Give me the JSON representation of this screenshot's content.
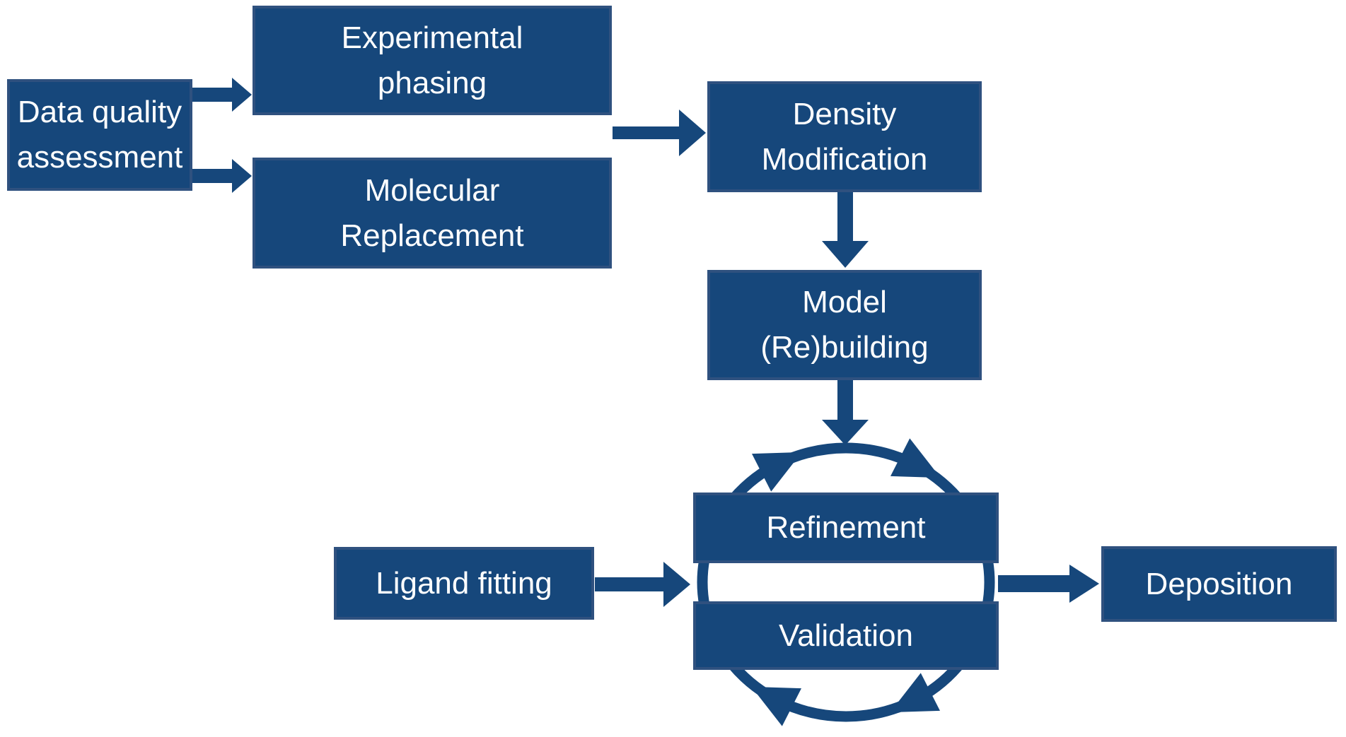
{
  "diagram": {
    "description": "Crystallography structure-solution workflow flowchart",
    "colors": {
      "background": "#ffffff",
      "box_fill": "#16477b",
      "box_border": "#2f517f",
      "arrow": "#16477b",
      "text": "#ffffff"
    },
    "nodes": {
      "data_quality": {
        "lines": [
          "Data quality",
          "assessment"
        ]
      },
      "experimental_phasing": {
        "lines": [
          "Experimental",
          "phasing"
        ]
      },
      "molecular_replacement": {
        "lines": [
          "Molecular",
          "Replacement"
        ]
      },
      "density_modification": {
        "lines": [
          "Density",
          "Modification"
        ]
      },
      "model_rebuilding": {
        "lines": [
          "Model",
          "(Re)building"
        ]
      },
      "refinement": {
        "lines": [
          "Refinement"
        ]
      },
      "validation": {
        "lines": [
          "Validation"
        ]
      },
      "ligand_fitting": {
        "lines": [
          "Ligand fitting"
        ]
      },
      "deposition": {
        "lines": [
          "Deposition"
        ]
      }
    },
    "edges": [
      {
        "from": "data_quality",
        "to": "experimental_phasing",
        "type": "block-arrow"
      },
      {
        "from": "data_quality",
        "to": "molecular_replacement",
        "type": "block-arrow"
      },
      {
        "from": [
          "experimental_phasing",
          "molecular_replacement"
        ],
        "to": "density_modification",
        "type": "block-arrow"
      },
      {
        "from": "density_modification",
        "to": "model_rebuilding",
        "type": "block-arrow"
      },
      {
        "from": "model_rebuilding",
        "to": "refinement_validation_cycle",
        "type": "block-arrow"
      },
      {
        "from": "ligand_fitting",
        "to": "refinement_validation_cycle",
        "type": "block-arrow"
      },
      {
        "from": "refinement_validation_cycle",
        "to": "deposition",
        "type": "block-arrow"
      },
      {
        "cycle": [
          "refinement",
          "validation"
        ],
        "direction": "clockwise",
        "type": "circular-arrows"
      }
    ]
  }
}
